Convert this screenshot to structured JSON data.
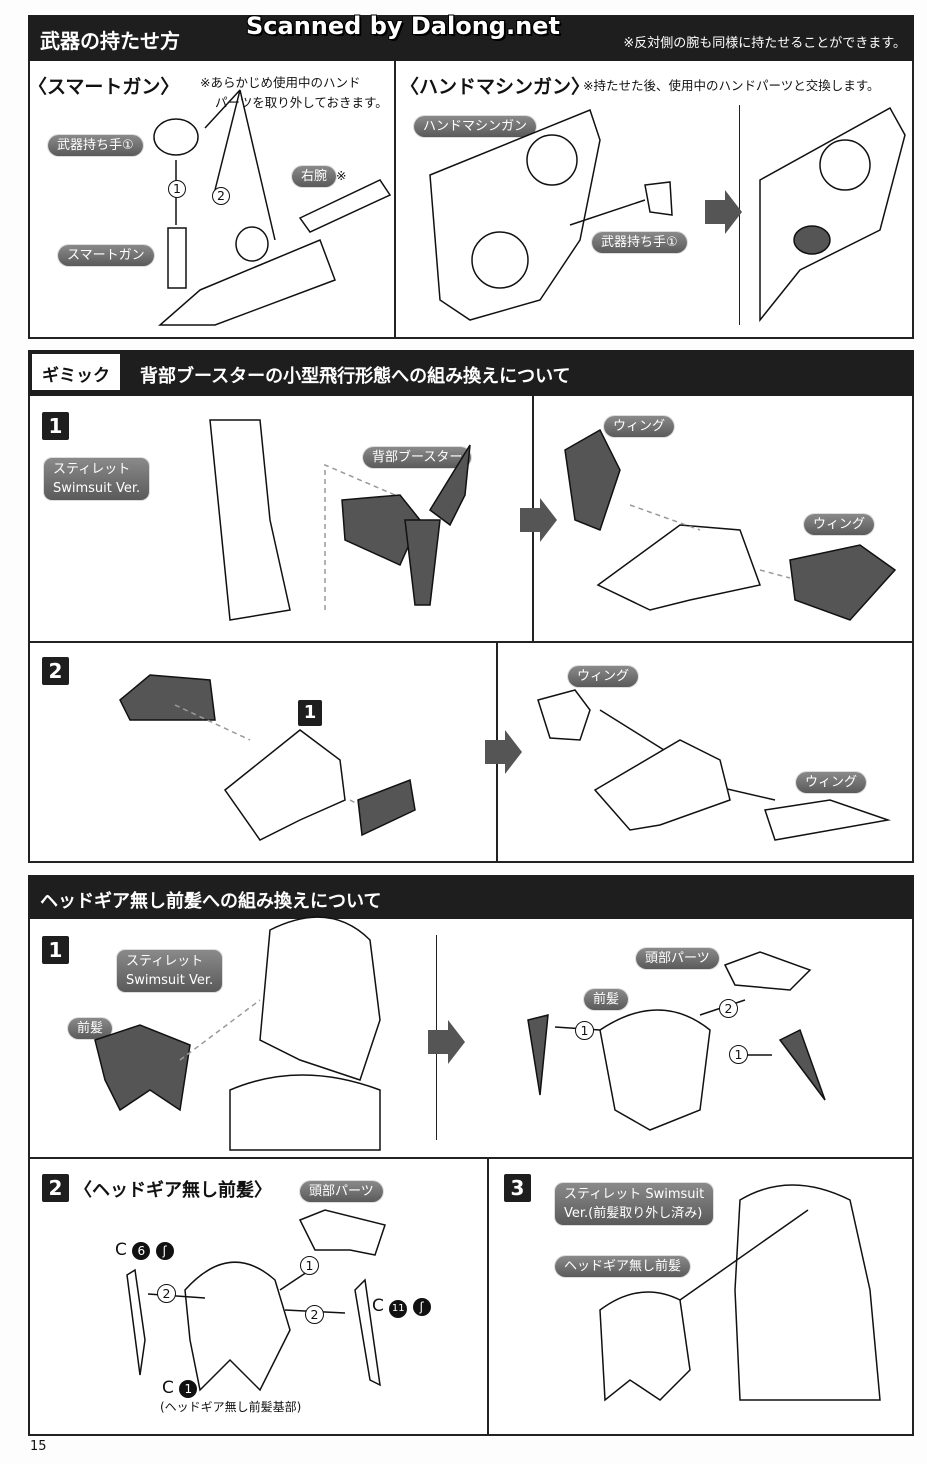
{
  "watermark": "Scanned by Dalong.net",
  "page_number": "15",
  "section1": {
    "title": "武器の持たせ方",
    "note": "※反対側の腕も同様に持たせることができます。",
    "smartgun": {
      "title": "〈スマートガン〉",
      "note1": "※あらかじめ使用中のハンド",
      "note2": "パーツを取り外しておきます。",
      "label_hand": "武器持ち手①",
      "label_gun": "スマートガン",
      "label_arm": "右腕",
      "arm_mark": "※",
      "step1": "1",
      "step2": "2"
    },
    "handmachinegun": {
      "title": "〈ハンドマシンガン〉",
      "note": "※持たせた後、使用中のハンドパーツと交換します。",
      "label_gun": "ハンドマシンガン",
      "label_hand": "武器持ち手①"
    }
  },
  "section2": {
    "tag": "ギミック",
    "title": "背部ブースターの小型飛行形態への組み換えについて",
    "step1": {
      "num": "1",
      "label_figure_1": "スティレット",
      "label_figure_2": "Swimsuit Ver.",
      "label_booster": "背部ブースター",
      "label_wing_a": "ウィング",
      "label_wing_b": "ウィング"
    },
    "step2": {
      "num": "2",
      "ref": "1",
      "label_wing_a": "ウィング",
      "label_wing_b": "ウィング"
    }
  },
  "section3": {
    "title": "ヘッドギア無し前髪への組み換えについて",
    "step1": {
      "num": "1",
      "label_figure_1": "スティレット",
      "label_figure_2": "Swimsuit Ver.",
      "label_bangs": "前髪",
      "label_head": "頭部パーツ",
      "label_bangs2": "前髪",
      "c1": "1",
      "c2": "2",
      "c3": "1"
    },
    "step2": {
      "num": "2",
      "title": "〈ヘッドギア無し前髪〉",
      "label_head": "頭部パーツ",
      "part_c6": "C",
      "part_c6_num": "6",
      "part_c11": "C",
      "part_c11_num": "11",
      "part_c1": "C",
      "part_c1_num": "1",
      "part_c1_desc": "(ヘッドギア無し前髪基部)",
      "s1": "1",
      "s2a": "2",
      "s2b": "2"
    },
    "step3": {
      "num": "3",
      "label_figure_1": "スティレット Swimsuit",
      "label_figure_2": "Ver.(前髪取り外し済み)",
      "label_bangs": "ヘッドギア無し前髪"
    }
  }
}
